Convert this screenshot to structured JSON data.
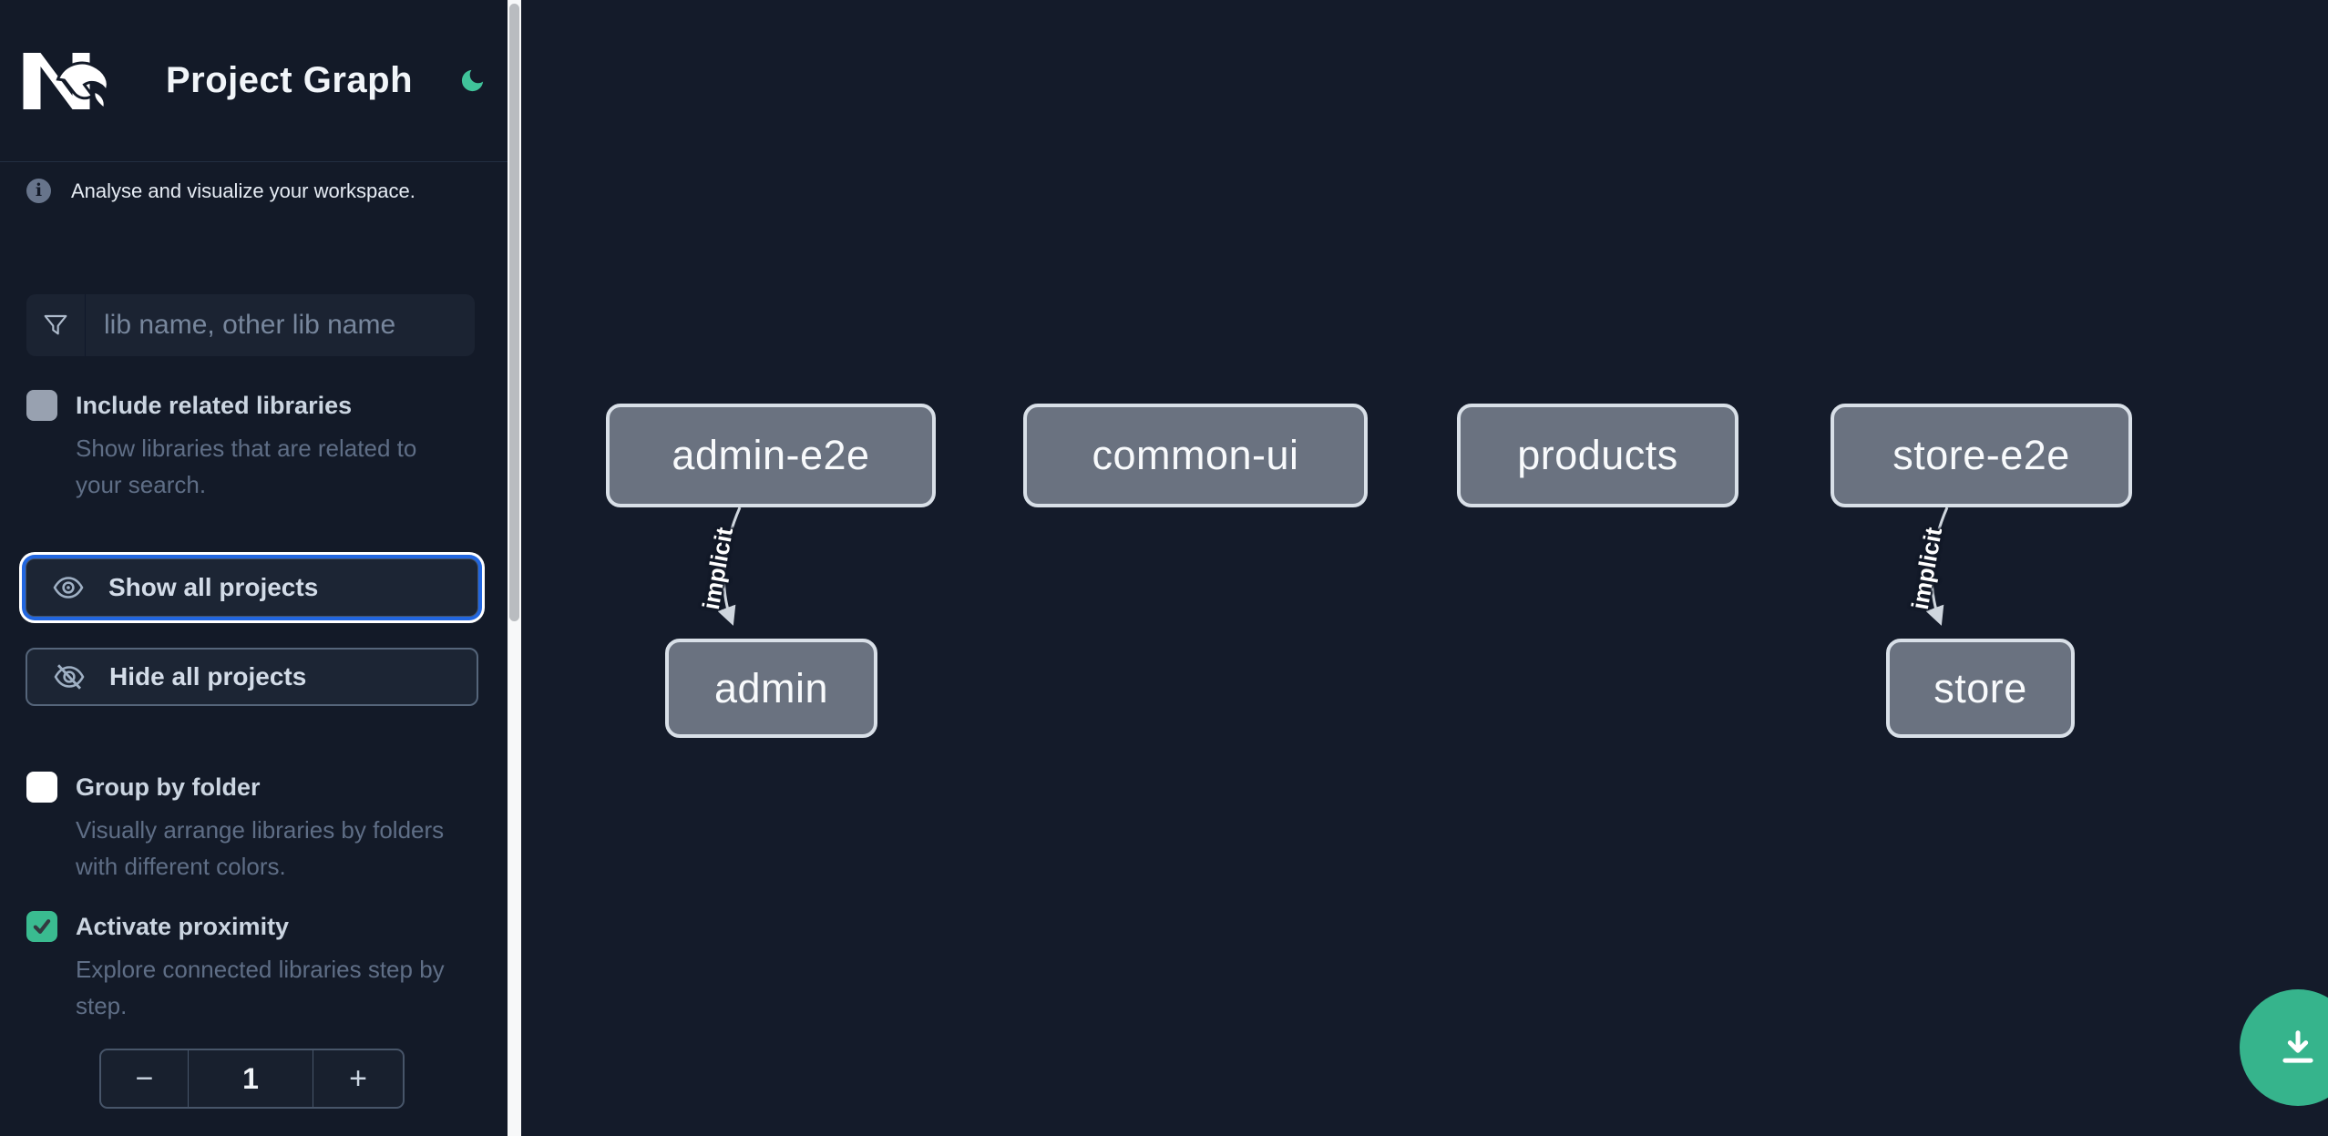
{
  "header": {
    "title": "Project Graph",
    "logo": "nx-logo",
    "theme_icon": "moon-icon"
  },
  "sidebar": {
    "info_glyph": "i",
    "tagline": "Analyse and visualize your workspace.",
    "search_placeholder": "lib name, other lib name",
    "options": [
      {
        "label": "Include related libraries",
        "description": "Show libraries that are related to your search.",
        "checked": false
      },
      {
        "label": "Group by folder",
        "description": "Visually arrange libraries by folders with different colors.",
        "checked": false
      },
      {
        "label": "Activate proximity",
        "description": "Explore connected libraries step by step.",
        "checked": true
      }
    ],
    "actions": [
      {
        "label": "Show all projects",
        "icon": "eye-icon",
        "focused": true
      },
      {
        "label": "Hide all projects",
        "icon": "eye-off-icon",
        "focused": false
      }
    ],
    "stepper": {
      "decrement": "−",
      "value": "1",
      "increment": "+"
    }
  },
  "graph": {
    "nodes": [
      {
        "label": "admin-e2e"
      },
      {
        "label": "common-ui"
      },
      {
        "label": "products"
      },
      {
        "label": "store-e2e"
      },
      {
        "label": "admin"
      },
      {
        "label": "store"
      }
    ],
    "edges": [
      {
        "from": "admin-e2e",
        "to": "admin",
        "label": "implicit"
      },
      {
        "from": "store-e2e",
        "to": "store",
        "label": "implicit"
      }
    ]
  },
  "fab": {
    "icon": "download-icon"
  },
  "colors": {
    "sidebar_bg": "#131a28",
    "canvas_bg": "#141b2a",
    "accent_green": "#3abb90",
    "fab_green": "#36b48c",
    "focus_blue": "#2166e0",
    "node_fill": "#6a7280",
    "node_border": "#d9e0e8",
    "edge": "#cfd6de",
    "muted_text": "#5f6e86"
  }
}
